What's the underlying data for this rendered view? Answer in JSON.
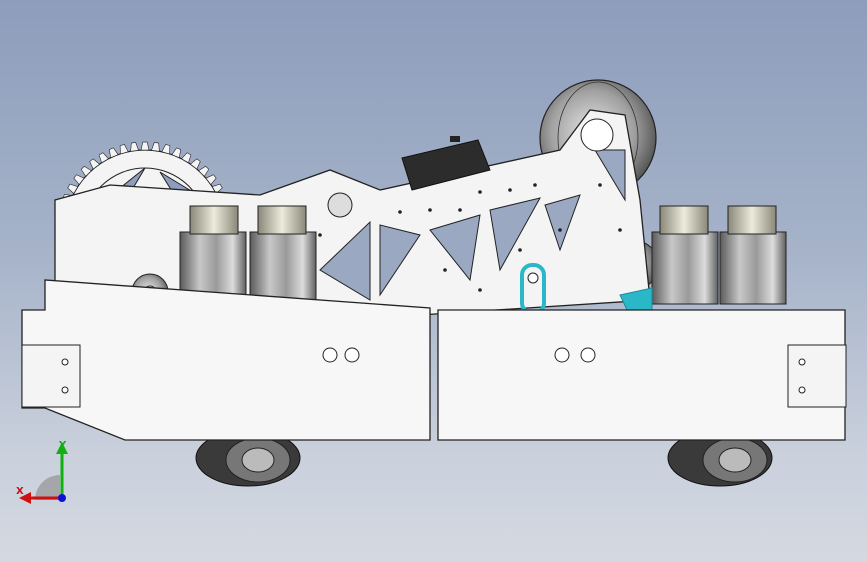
{
  "viewport": {
    "background_top": "#8d9dbb",
    "background_bottom": "#d4d9e1"
  },
  "model": {
    "components": [
      "flipper-arm",
      "sprocket-gear",
      "roller-wheel",
      "drive-motor",
      "side-panel",
      "tire",
      "bracket-cyan"
    ],
    "colors": {
      "part": "#f4f4f4",
      "edge": "#222222",
      "motor_metal": "#8a8a8a",
      "tire": "#3a3a3a",
      "accent": "#2ab8c8"
    }
  },
  "triad": {
    "x_label": "X",
    "y_label": "Y",
    "x_color": "#d01010",
    "y_color": "#10b010",
    "z_color": "#1010d0"
  }
}
